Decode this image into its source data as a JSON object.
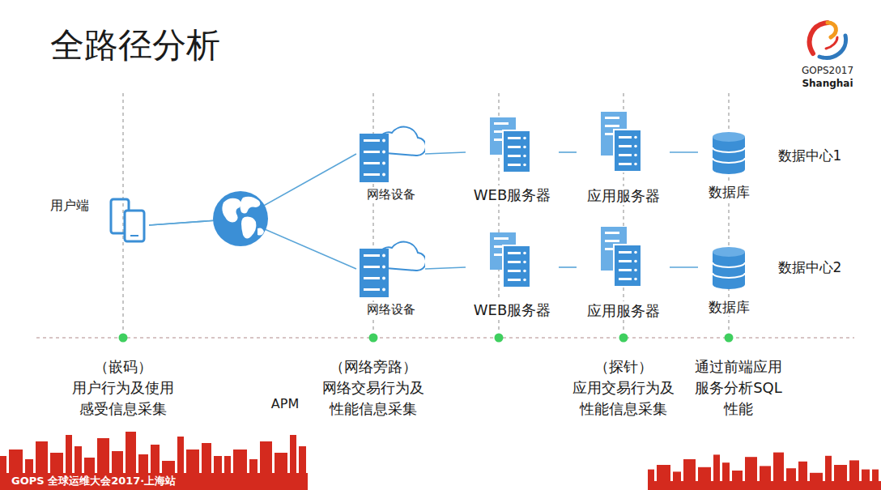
{
  "diagram": {
    "title": "全路径分析",
    "nodes": [
      {
        "text": [
          "用户端"
        ]
      },
      {
        "text": [
          "网络设备"
        ]
      },
      {
        "text": [
          "WEB服务器"
        ]
      },
      {
        "text": [
          "应用服务器"
        ]
      },
      {
        "text": [
          "数据库"
        ]
      },
      {
        "text": [
          "网络设备"
        ]
      },
      {
        "text": [
          "WEB服务器"
        ]
      },
      {
        "text": [
          "应用服务器"
        ]
      },
      {
        "text": [
          "数据库"
        ]
      }
    ],
    "edges": [
      {
        "from": 0,
        "to": 1,
        "arrow": "none"
      },
      {
        "from": 0,
        "to": 5,
        "arrow": "none"
      },
      {
        "from": 1,
        "to": 2,
        "arrow": "none"
      },
      {
        "from": 2,
        "to": 3,
        "arrow": "none"
      },
      {
        "from": 3,
        "to": 4,
        "arrow": "none"
      },
      {
        "from": 5,
        "to": 6,
        "arrow": "none"
      },
      {
        "from": 6,
        "to": 7,
        "arrow": "none"
      },
      {
        "from": 7,
        "to": 8,
        "arrow": "none"
      }
    ],
    "labels": [
      "数据中心1",
      "数据中心2",
      "（嵌码）",
      "用户行为及使用 感受信息采集",
      "APM",
      "（网络旁路）",
      "网络交易行为及 性能信息采集",
      "（探针）",
      "应用交易行为及 性能信息采集",
      "通过前端应用 服务分析SQL 性能",
      "GOPS2017",
      "Shanghai",
      "GOPS 全球运维大会2017·上海站"
    ]
  }
}
